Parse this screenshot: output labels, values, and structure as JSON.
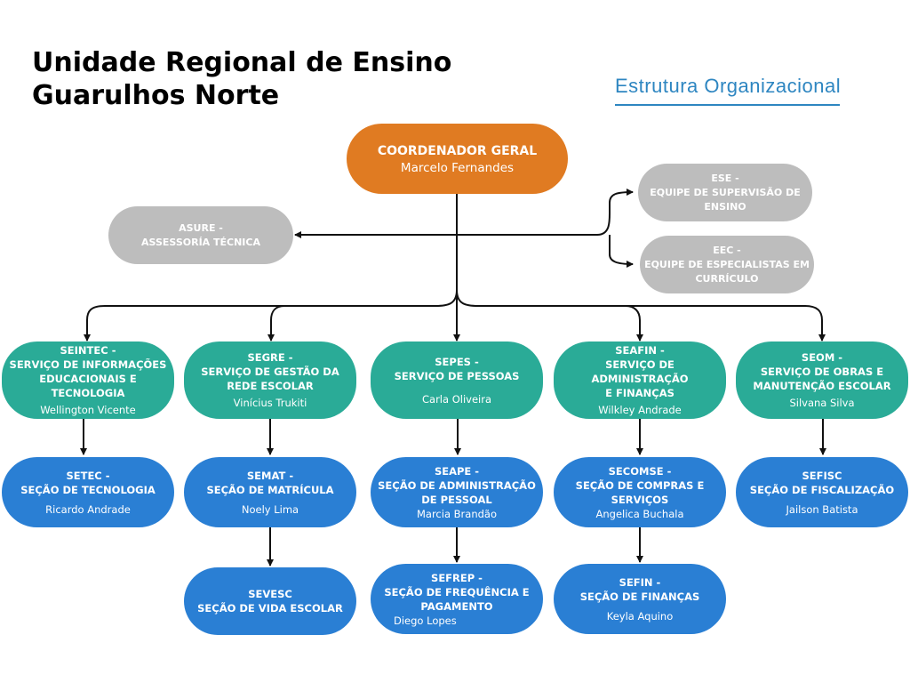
{
  "header": {
    "title_line1": "Unidade Regional de Ensino",
    "title_line2": "Guarulhos Norte",
    "subtitle": "Estrutura Organizacional"
  },
  "nodes": {
    "coord": {
      "abbr": "COORDENADOR GERAL",
      "person": "Marcelo Fernandes"
    },
    "asure": {
      "abbr": "ASURE -",
      "name": "ASSESSORÍA TÉCNICA"
    },
    "ese": {
      "abbr": "ESE -",
      "name": "EQUIPE DE SUPERVISÃO DE\nENSINO"
    },
    "eec": {
      "abbr": "EEC -",
      "name": "EQUIPE DE ESPECIALISTAS EM\nCURRÍCULO"
    },
    "seintec": {
      "abbr": "SEINTEC -",
      "name": "SERVIÇO DE INFORMAÇÕES\nEDUCACIONAIS E TECNOLOGIA",
      "person": "Wellington Vicente"
    },
    "segre": {
      "abbr": "SEGRE -",
      "name": "SERVIÇO DE GESTÃO DA\nREDE ESCOLAR",
      "person": "Vinícius Trukiti"
    },
    "sepes": {
      "abbr": "SEPES -",
      "name": "SERVIÇO DE PESSOAS",
      "person": "Carla Oliveira"
    },
    "seafin": {
      "abbr": "SEAFIN -",
      "name": "SERVIÇO DE ADMINISTRAÇÃO\nE FINANÇAS",
      "person": "Wilkley Andrade"
    },
    "seom": {
      "abbr": "SEOM  -",
      "name": "SERVIÇO DE OBRAS E\nMANUTENÇÃO ESCOLAR",
      "person": "Silvana Silva"
    },
    "setec": {
      "abbr": "SETEC -",
      "name": "SEÇÃO DE TECNOLOGIA",
      "person": "Ricardo Andrade"
    },
    "semat": {
      "abbr": "SEMAT -",
      "name": "SEÇÃO DE MATRÍCULA",
      "person": "Noely Lima"
    },
    "seape": {
      "abbr": "SEAPE -",
      "name": "SEÇÃO DE ADMINISTRAÇÃO\nDE PESSOAL",
      "person": "Marcia Brandão"
    },
    "secomse": {
      "abbr": "SECOMSE -",
      "name": "SEÇÃO DE COMPRAS E\nSERVIÇOS",
      "person": "Angelica Buchala"
    },
    "sefisc": {
      "abbr": "SEFISC",
      "name": "SEÇÃO DE FISCALIZAÇÃO",
      "person": "Jailson Batista"
    },
    "sevesc": {
      "abbr": "SEVESC",
      "name": "SEÇÃO DE VIDA ESCOLAR"
    },
    "sefrep": {
      "abbr": "SEFREP -",
      "name": "SEÇÃO DE FREQUÊNCIA E\nPAGAMENTO",
      "person": "Diego Lopes"
    },
    "sefin": {
      "abbr": "SEFIN -",
      "name": "SEÇÃO DE FINANÇAS",
      "person": "Keyla Aquino"
    }
  }
}
